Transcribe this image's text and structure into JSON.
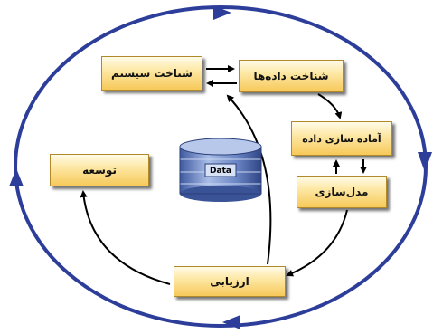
{
  "diagram": {
    "boxes": {
      "system_understanding": "شناخت سیستم",
      "data_understanding": "شناخت داده‌ها",
      "data_preparation": "آماده سازی داده",
      "modeling": "مدل‌سازی",
      "deployment": "توسعه",
      "evaluation": "ارزیابی"
    },
    "database_label": "Data"
  },
  "colors": {
    "outer_cycle": "#2c3e9a",
    "box_fill_top": "#fffbe8",
    "box_fill_bottom": "#f7c95a",
    "database": "#6a85c4"
  }
}
